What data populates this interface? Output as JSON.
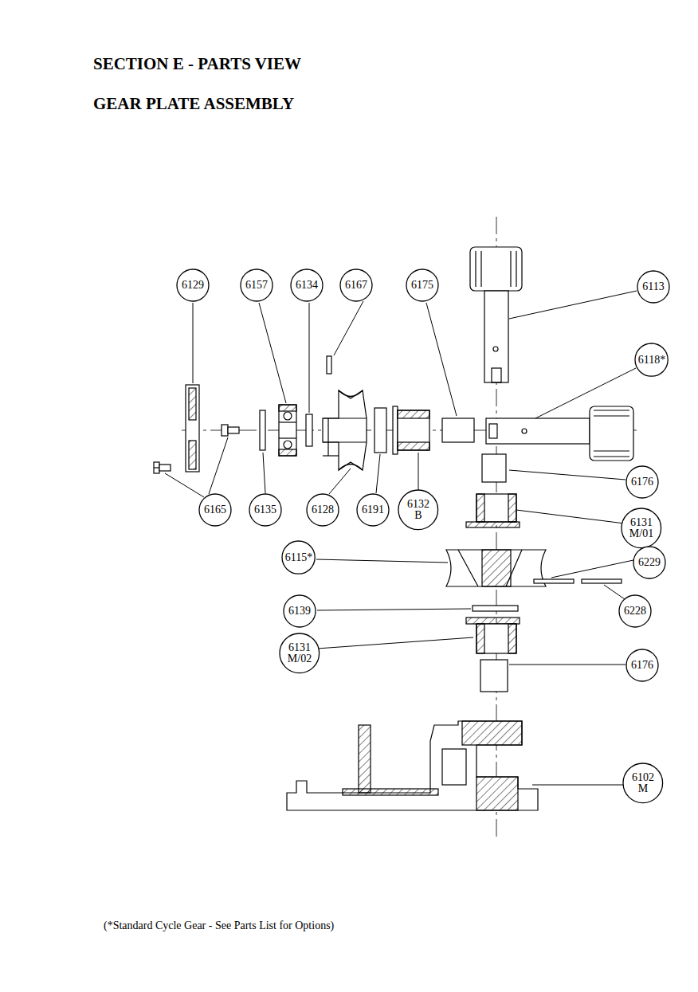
{
  "diagram": {
    "title": "SECTION E - PARTS VIEW",
    "caption": "(*Standard Cycle Gear - See Parts List for Options)",
    "nodes": [
      {
        "text": [
          "6129"
        ]
      },
      {
        "text": [
          "6157"
        ]
      },
      {
        "text": [
          "6134"
        ]
      },
      {
        "text": [
          "6167"
        ]
      },
      {
        "text": [
          "6175"
        ]
      },
      {
        "text": [
          "6113"
        ]
      },
      {
        "text": [
          "6118*"
        ]
      },
      {
        "text": [
          "6176"
        ]
      },
      {
        "text": [
          "6165"
        ]
      },
      {
        "text": [
          "6135"
        ]
      },
      {
        "text": [
          "6128"
        ]
      },
      {
        "text": [
          "6191"
        ]
      },
      {
        "text": [
          "6132 B"
        ]
      },
      {
        "text": [
          "6131 M/01"
        ]
      },
      {
        "text": [
          "6115*"
        ]
      },
      {
        "text": [
          "6229"
        ]
      },
      {
        "text": [
          "6228"
        ]
      },
      {
        "text": [
          "6139"
        ]
      },
      {
        "text": [
          "6131 M/02"
        ]
      },
      {
        "text": [
          "6176"
        ]
      },
      {
        "text": [
          "6102 M"
        ]
      }
    ],
    "labels": [
      "GEAR PLATE ASSEMBLY"
    ]
  }
}
